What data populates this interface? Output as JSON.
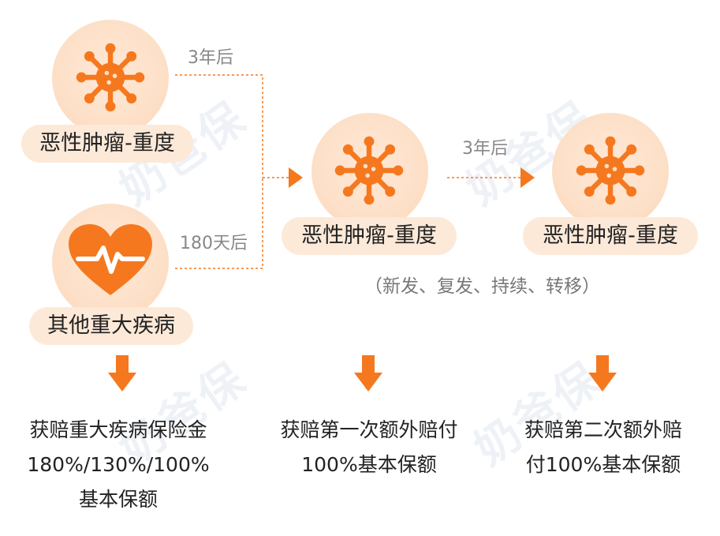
{
  "nodes": {
    "start_cancer": {
      "label": "恶性肿瘤-重度",
      "icon": "virus-icon"
    },
    "start_other": {
      "label": "其他重大疾病",
      "icon": "heart-pulse-icon"
    },
    "middle_cancer": {
      "label": "恶性肿瘤-重度",
      "icon": "virus-icon"
    },
    "end_cancer": {
      "label": "恶性肿瘤-重度",
      "icon": "virus-icon",
      "note": "（新发、复发、持续、转移）"
    }
  },
  "edges": {
    "cancer_to_middle": "3年后",
    "other_to_middle": "180天后",
    "middle_to_end": "3年后"
  },
  "results": {
    "first": [
      "获赔重大疾病保险金",
      "180%/130%/100%",
      "基本保额"
    ],
    "second": [
      "获赔第一次额外赔付",
      "100%基本保额"
    ],
    "third": [
      "获赔第二次额外赔",
      "付100%基本保额"
    ]
  },
  "watermark": "奶爸保",
  "colors": {
    "accent": "#f5781f",
    "pill_bg": "#fde9d8",
    "circle_bg": "#fde0c8"
  }
}
